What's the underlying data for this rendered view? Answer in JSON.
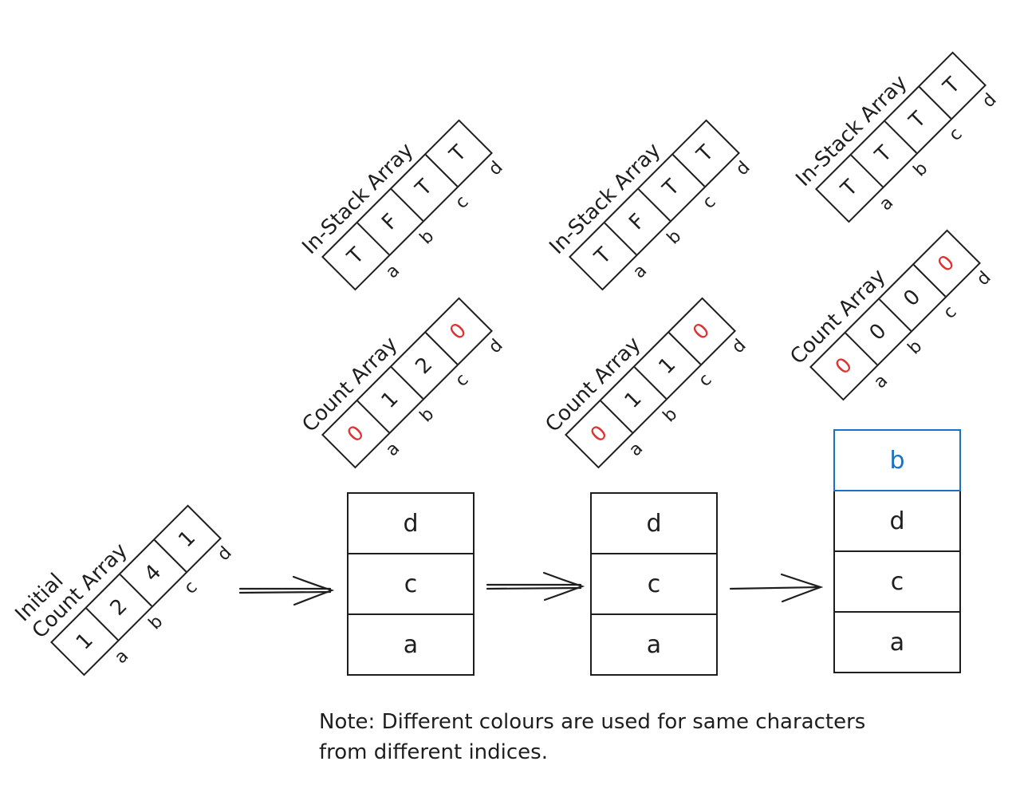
{
  "initial_array": {
    "title_line1": "Initial",
    "title_line2": "Count Array",
    "cells": [
      {
        "value": "1",
        "red": false
      },
      {
        "value": "2",
        "red": false
      },
      {
        "value": "4",
        "red": false
      },
      {
        "value": "1",
        "red": false
      }
    ],
    "indices": [
      "a",
      "b",
      "c",
      "d"
    ]
  },
  "steps": [
    {
      "in_stack": {
        "title": "In-Stack Array",
        "cells": [
          {
            "value": "T",
            "red": false
          },
          {
            "value": "F",
            "red": false
          },
          {
            "value": "T",
            "red": false
          },
          {
            "value": "T",
            "red": false
          }
        ],
        "indices": [
          "a",
          "b",
          "c",
          "d"
        ]
      },
      "count": {
        "title": "Count Array",
        "cells": [
          {
            "value": "0",
            "red": true
          },
          {
            "value": "1",
            "red": false
          },
          {
            "value": "2",
            "red": false
          },
          {
            "value": "0",
            "red": true
          }
        ],
        "indices": [
          "a",
          "b",
          "c",
          "d"
        ]
      },
      "stack": [
        {
          "value": "d",
          "blue": false
        },
        {
          "value": "c",
          "blue": false
        },
        {
          "value": "a",
          "blue": false
        }
      ]
    },
    {
      "in_stack": {
        "title": "In-Stack Array",
        "cells": [
          {
            "value": "T",
            "red": false
          },
          {
            "value": "F",
            "red": false
          },
          {
            "value": "T",
            "red": false
          },
          {
            "value": "T",
            "red": false
          }
        ],
        "indices": [
          "a",
          "b",
          "c",
          "d"
        ]
      },
      "count": {
        "title": "Count Array",
        "cells": [
          {
            "value": "0",
            "red": true
          },
          {
            "value": "1",
            "red": false
          },
          {
            "value": "1",
            "red": false
          },
          {
            "value": "0",
            "red": true
          }
        ],
        "indices": [
          "a",
          "b",
          "c",
          "d"
        ]
      },
      "stack": [
        {
          "value": "d",
          "blue": false
        },
        {
          "value": "c",
          "blue": false
        },
        {
          "value": "a",
          "blue": false
        }
      ]
    },
    {
      "in_stack": {
        "title": "In-Stack Array",
        "cells": [
          {
            "value": "T",
            "red": false
          },
          {
            "value": "T",
            "red": false
          },
          {
            "value": "T",
            "red": false
          },
          {
            "value": "T",
            "red": false
          }
        ],
        "indices": [
          "a",
          "b",
          "c",
          "d"
        ]
      },
      "count": {
        "title": "Count Array",
        "cells": [
          {
            "value": "0",
            "red": true
          },
          {
            "value": "0",
            "red": false
          },
          {
            "value": "0",
            "red": false
          },
          {
            "value": "0",
            "red": true
          }
        ],
        "indices": [
          "a",
          "b",
          "c",
          "d"
        ]
      },
      "stack": [
        {
          "value": "b",
          "blue": true
        },
        {
          "value": "d",
          "blue": false
        },
        {
          "value": "c",
          "blue": false
        },
        {
          "value": "a",
          "blue": false
        }
      ]
    }
  ],
  "note": {
    "line1": "Note: Different colours are used for same characters",
    "line2": "from different indices."
  },
  "colors": {
    "stroke": "#1e1e1e",
    "red": "#e03131",
    "blue": "#1971c2"
  }
}
